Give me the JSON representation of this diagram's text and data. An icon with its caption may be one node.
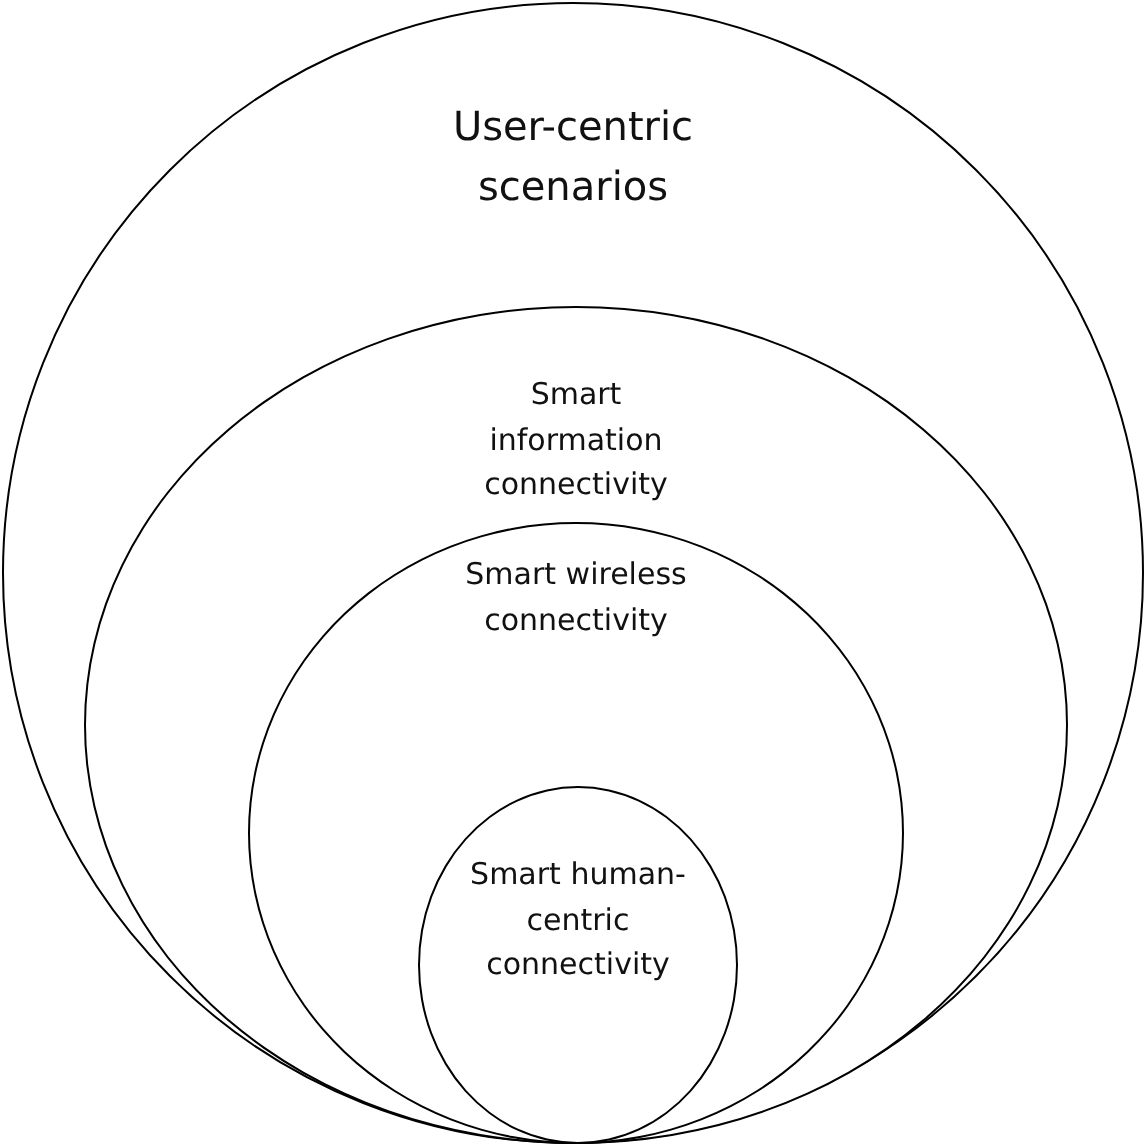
{
  "diagram": {
    "nodes": [
      {
        "text": [
          "User-centric scenarios"
        ]
      },
      {
        "text": [
          "Smart information connectivity"
        ],
        "in": 0
      },
      {
        "text": [
          "Smart wireless connectivity"
        ],
        "in": 1
      },
      {
        "text": [
          "Smart human-centric connectivity"
        ],
        "in": 2
      }
    ]
  }
}
